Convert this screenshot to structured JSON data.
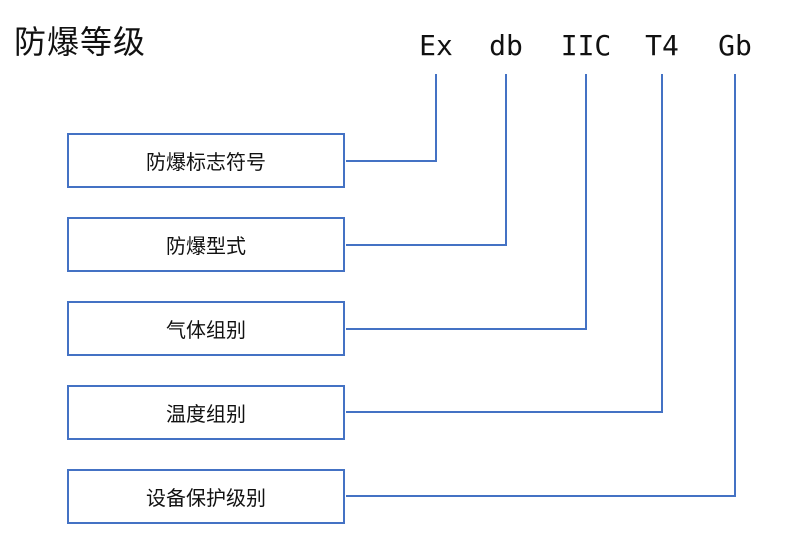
{
  "title": "防爆等级",
  "marking": {
    "ex": "Ex",
    "db": "db",
    "iic": "IIC",
    "t4": "T4",
    "gb": "Gb"
  },
  "boxes": {
    "symbol": "防爆标志符号",
    "type": "防爆型式",
    "gas_group": "气体组别",
    "temp_class": "温度组别",
    "epl": "设备保护级别"
  },
  "colors": {
    "line": "#4472c4",
    "text": "#111111"
  }
}
